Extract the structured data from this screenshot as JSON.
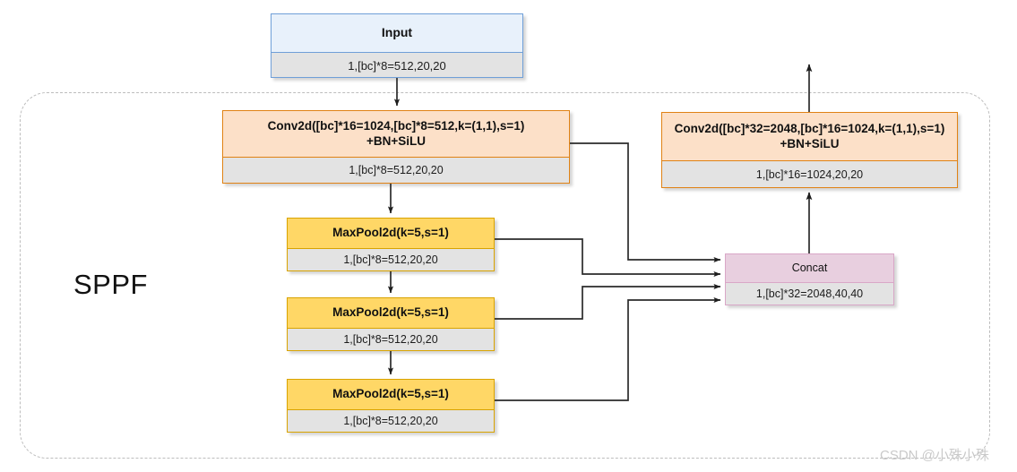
{
  "diagram": {
    "title": "SPPF",
    "group_label": "SPPF",
    "watermark": "CSDN @小殊小殊"
  },
  "nodes": {
    "input": {
      "header": "Input",
      "shape": "1,[bc]*8=512,20,20"
    },
    "conv_in": {
      "header": "Conv2d([bc]*16=1024,[bc]*8=512,k=(1,1),s=1)\n+BN+SiLU",
      "header_line1": "Conv2d([bc]*16=1024,[bc]*8=512,k=(1,1),s=1)",
      "header_line2": "+BN+SiLU",
      "shape": "1,[bc]*8=512,20,20"
    },
    "pool1": {
      "header": "MaxPool2d(k=5,s=1)",
      "shape": "1,[bc]*8=512,20,20"
    },
    "pool2": {
      "header": "MaxPool2d(k=5,s=1)",
      "shape": "1,[bc]*8=512,20,20"
    },
    "pool3": {
      "header": "MaxPool2d(k=5,s=1)",
      "shape": "1,[bc]*8=512,20,20"
    },
    "concat": {
      "header": "Concat",
      "shape": "1,[bc]*32=2048,40,40"
    },
    "conv_out": {
      "header_line1": "Conv2d([bc]*32=2048,[bc]*16=1024,k=(1,1),s=1)",
      "header_line2": "+BN+SiLU",
      "shape": "1,[bc]*16=1024,20,20"
    }
  },
  "colors": {
    "input_header": "#e8f1fb",
    "input_border": "#6f9fd8",
    "conv_header": "#fce0c8",
    "conv_border": "#e08214",
    "pool_header": "#ffd766",
    "pool_border": "#d9a300",
    "concat_header": "#e8cfdf",
    "concat_border": "#d9a7c7",
    "body_fill": "#e3e3e3",
    "wire": "#262626",
    "group_border": "#bdbdbd",
    "watermark": "#c9c9c9"
  },
  "edges": [
    {
      "from": "input",
      "to": "conv_in"
    },
    {
      "from": "conv_in",
      "to": "pool1"
    },
    {
      "from": "pool1",
      "to": "pool2"
    },
    {
      "from": "pool2",
      "to": "pool3"
    },
    {
      "from": "conv_in",
      "to": "concat"
    },
    {
      "from": "pool1",
      "to": "concat"
    },
    {
      "from": "pool2",
      "to": "concat"
    },
    {
      "from": "pool3",
      "to": "concat"
    },
    {
      "from": "concat",
      "to": "conv_out"
    },
    {
      "from": "conv_out",
      "to": "output"
    }
  ]
}
